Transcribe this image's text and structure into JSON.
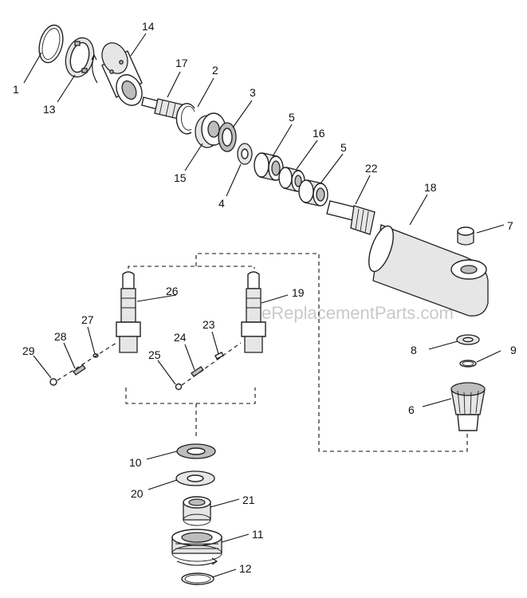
{
  "watermark": "eReplacementParts.com",
  "labels": {
    "p1": "1",
    "p2": "2",
    "p3": "3",
    "p4": "4",
    "p5a": "5",
    "p5b": "5",
    "p6": "6",
    "p7": "7",
    "p8": "8",
    "p9": "9",
    "p10": "10",
    "p11": "11",
    "p12": "12",
    "p13": "13",
    "p14": "14",
    "p15": "15",
    "p16": "16",
    "p17": "17",
    "p18": "18",
    "p19": "19",
    "p20": "20",
    "p21": "21",
    "p22": "22",
    "p23": "23",
    "p24": "24",
    "p25": "25",
    "p26": "26",
    "p27": "27",
    "p28": "28",
    "p29": "29"
  }
}
